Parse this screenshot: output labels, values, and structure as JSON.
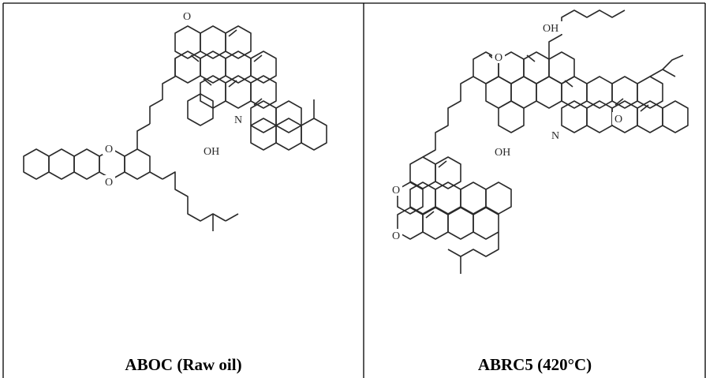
{
  "panels": [
    {
      "caption": "ABOC (Raw oil)",
      "atom_labels": {
        "ring_oxygen_top": "O",
        "oxygen_upper": "O",
        "oxygen_lower": "O",
        "nitrogen": "N",
        "hydroxyl": "OH"
      }
    },
    {
      "caption": "ABRC5 (420°C)",
      "atom_labels": {
        "hydroxyl_top": "OH",
        "ring_oxygen_left": "O",
        "ring_oxygen_right": "O",
        "nitrogen": "N",
        "hydroxyl_bottom": "OH",
        "oxygen_lower_a": "O",
        "oxygen_lower_b": "O"
      }
    }
  ]
}
